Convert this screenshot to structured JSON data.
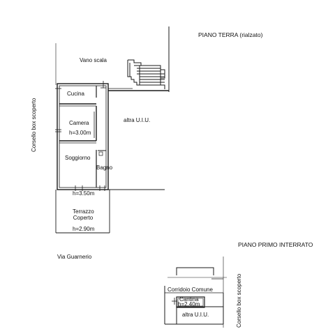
{
  "colors": {
    "line": "#1a1a1a",
    "thin_line": "#555555",
    "background": "#ffffff"
  },
  "floors": {
    "ground": {
      "title": "PIANO TERRA (rialzato)",
      "stair": "Vano scala",
      "kitchen": "Cucina",
      "bedroom": "Camera",
      "bedroom_height": "h=3.00m",
      "living": "Soggiorno",
      "bathroom": "Bagno",
      "ground_height": "h=3.50m",
      "terrace_line1": "Terrazzo",
      "terrace_line2": "Coperto",
      "terrace_height": "h=2.90m",
      "other_unit": "altra U.I.U.",
      "side_label": "Corsello box scoperto"
    },
    "basement": {
      "title": "PIANO PRIMO INTERRATO",
      "corridor": "Corridoio Comune",
      "cellar": "Cantina",
      "cellar_height": "h=2.40m",
      "other_unit": "altra U.I.U.",
      "side_label": "Corsello box scoperto"
    }
  },
  "street": "Via Guarnerio"
}
